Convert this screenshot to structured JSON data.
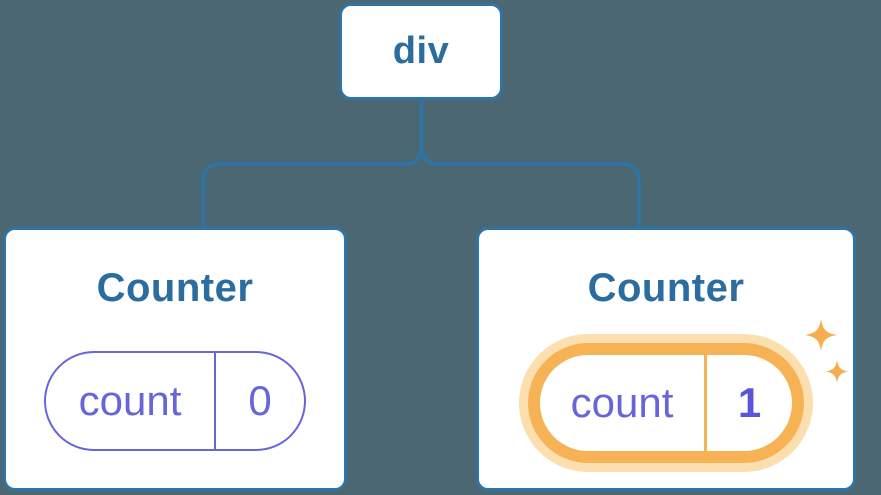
{
  "tree": {
    "root": {
      "label": "div"
    },
    "children": [
      {
        "title": "Counter",
        "state": {
          "key": "count",
          "value": "0"
        },
        "highlighted": false
      },
      {
        "title": "Counter",
        "state": {
          "key": "count",
          "value": "1"
        },
        "highlighted": true
      }
    ]
  },
  "colors": {
    "background": "#4b6772",
    "node_fill": "#ffffff",
    "node_border": "#2e74a6",
    "node_label": "#2b6d9e",
    "state_key": "#6865db",
    "state_value_bold": "#5a55d8",
    "highlight_ring": "#f8b256",
    "highlight_glow": "#fcdfae",
    "sparkle": "#f5ae4f"
  }
}
